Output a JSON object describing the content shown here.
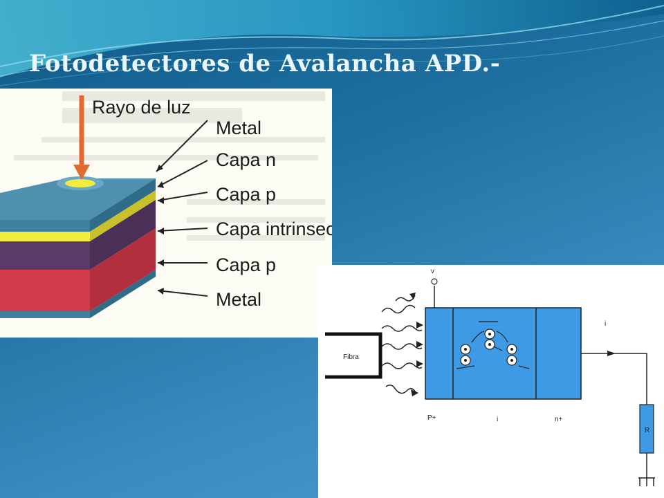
{
  "slide": {
    "title": "Fotodetectores de Avalancha APD.-"
  },
  "layer_diagram": {
    "ray_label": "Rayo de luz",
    "layers": [
      "Metal",
      "Capa n",
      "Capa p",
      "Capa intrinseca",
      "Capa p",
      "Metal"
    ]
  },
  "circuit_diagram": {
    "fiber_label": "Fibra",
    "voltage_label": "v",
    "region_labels": [
      "P+",
      "i",
      "n+"
    ],
    "current_label": "i",
    "resistor_label": "R"
  },
  "colors": {
    "slide_bg": "#1d6fa0",
    "title_text": "#e9f6fb",
    "diode_blue": "#3f9ae6",
    "layer_yellow": "#f4ec3c",
    "layer_violet": "#5b3a68",
    "layer_red": "#d23b4b"
  }
}
